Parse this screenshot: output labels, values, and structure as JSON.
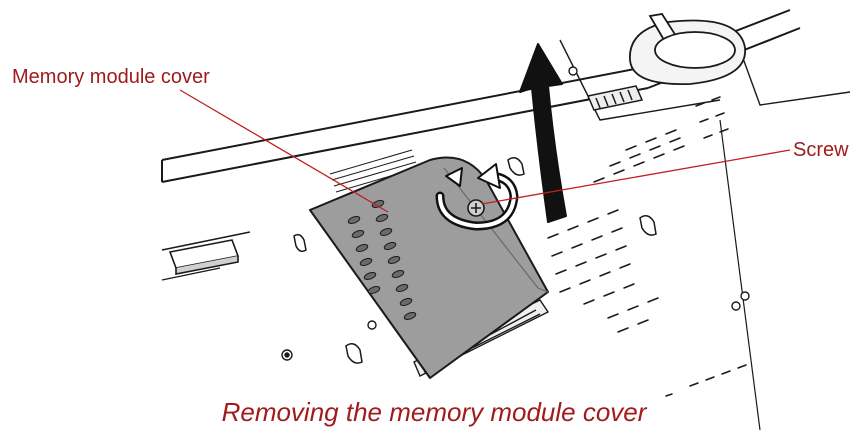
{
  "labels": {
    "memory_module_cover": "Memory module cover",
    "screw": "Screw"
  },
  "caption": "Removing the memory module cover",
  "colors": {
    "label_text": "#a01c1c",
    "leader_line": "#c02020",
    "cover_fill": "#9d9d9d",
    "outline": "#1a1a1a",
    "arrow": "#111111"
  },
  "icons": {
    "lift_arrow": "curved-up-arrow-icon",
    "rotate_arrow": "counterclockwise-rotate-icon"
  }
}
